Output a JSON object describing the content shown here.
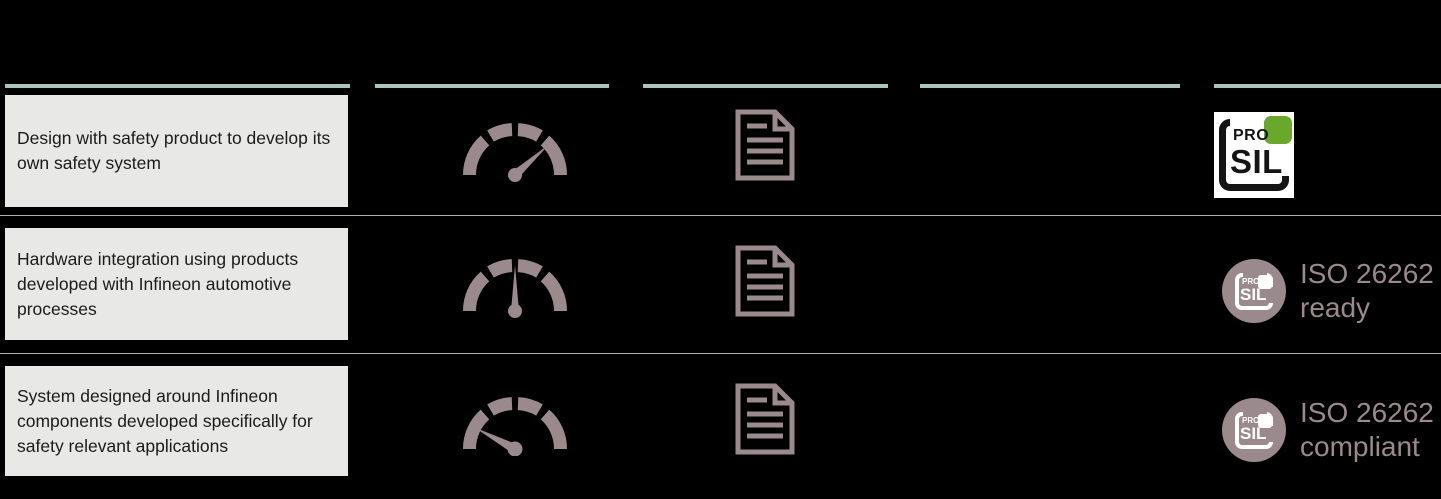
{
  "theme": {
    "background": "#000000",
    "accent_teal": "#a8c6bd",
    "panel_gray": "#e8e8e6",
    "icon_mauve": "#9a8a8d",
    "divider": "#b9aeae",
    "prosil_green": "#6aa82c",
    "text_dark": "#1b1b1b"
  },
  "columns": [
    {
      "name": "description",
      "rule": true
    },
    {
      "name": "gauge-level",
      "rule": true
    },
    {
      "name": "documentation",
      "rule": true
    },
    {
      "name": "blank",
      "rule": true
    },
    {
      "name": "certification",
      "rule": true
    }
  ],
  "rows": [
    {
      "description": "Design with safety product to develop its own safety system",
      "gauge": {
        "icon": "gauge-icon",
        "level": "high",
        "needle_angle": 48,
        "segments": 4
      },
      "document": {
        "icon": "document-icon"
      },
      "badge": {
        "type": "prosil-square-logo",
        "pro": "PRO",
        "sil": "SIL",
        "caption": ""
      }
    },
    {
      "description": "Hardware integration using products developed with Infineon automotive processes",
      "gauge": {
        "icon": "gauge-icon",
        "level": "medium",
        "needle_angle": 0,
        "segments": 4
      },
      "document": {
        "icon": "document-icon"
      },
      "badge": {
        "type": "prosil-circle-badge",
        "pro": "PRO",
        "sil": "SIL",
        "caption_line1": "ISO 26262",
        "caption_line2": "ready"
      }
    },
    {
      "description": "System designed around Infineon components developed specifically for safety relevant applications",
      "gauge": {
        "icon": "gauge-icon",
        "level": "low",
        "needle_angle": -62,
        "segments": 4
      },
      "document": {
        "icon": "document-icon"
      },
      "badge": {
        "type": "prosil-circle-badge",
        "pro": "PRO",
        "sil": "SIL",
        "caption_line1": "ISO 26262",
        "caption_line2": "compliant"
      }
    }
  ]
}
